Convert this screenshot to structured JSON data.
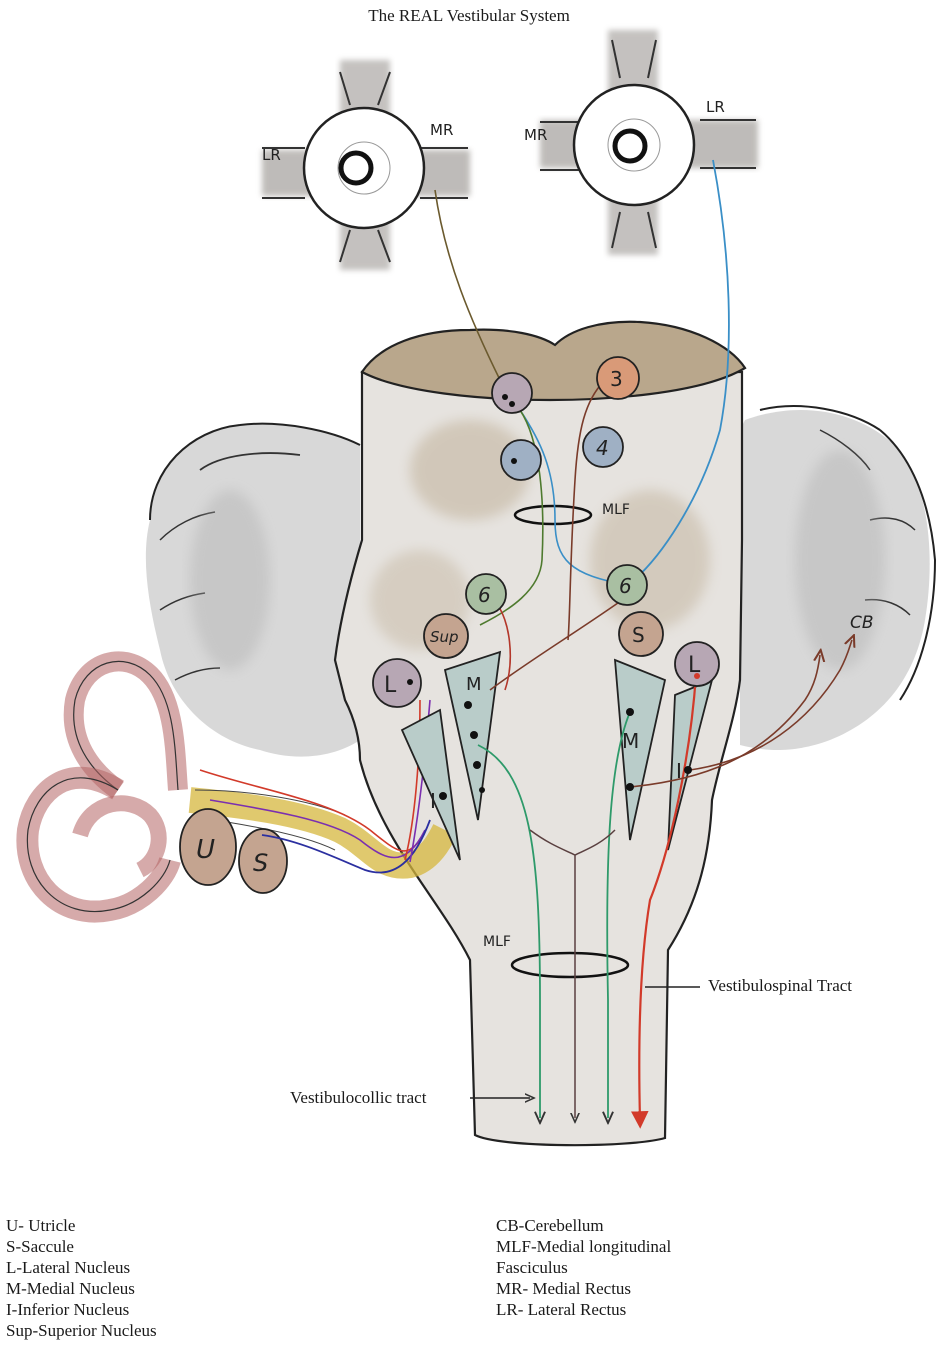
{
  "title": "The REAL Vestibular System",
  "eyes": {
    "left": {
      "label_lr": "LR",
      "label_mr": "MR"
    },
    "right": {
      "label_mr": "MR",
      "label_lr": "LR"
    }
  },
  "nuclei": {
    "n3_left": "",
    "n3_right": "3",
    "n4_left": "",
    "n4_right": "4",
    "n6_left": "6",
    "n6_right": "6",
    "sup_left": "Sup",
    "s_right": "S",
    "l_left": "L",
    "l_right": "L",
    "m_left": "M",
    "m_right": "M",
    "i_left": "I",
    "i_right": "I"
  },
  "ear": {
    "utricle": "U",
    "saccule": "S"
  },
  "labels": {
    "mlf_top": "MLF",
    "mlf_bottom": "MLF",
    "cb": "CB"
  },
  "callouts": {
    "vestibulospinal": "Vestibulospinal Tract",
    "vestibulocollic": "Vestibulocollic tract"
  },
  "legend": {
    "left": [
      "U- Utricle",
      "S-Saccule",
      "L-Lateral Nucleus",
      "M-Medial Nucleus",
      "I-Inferior Nucleus",
      "Sup-Superior Nucleus"
    ],
    "right": [
      "CB-Cerebellum",
      "MLF-Medial longitudinal",
      "Fasciculus",
      "MR- Medial Rectus",
      "LR- Lateral Rectus"
    ]
  },
  "colors": {
    "stem": "#e6e3df",
    "stem_tan": "#b9a78c",
    "cerebellum": "#d9d9d9",
    "nucleus_purple": "#b7a7b4",
    "nucleus_orange": "#d99a78",
    "nucleus_blue": "#9fb0c4",
    "nucleus_green": "#a9bfa2",
    "nucleus_brown": "#c4a490",
    "column_teal": "#b9ccc9",
    "nerve_yellow": "#d6b73e",
    "canal_red": "#b56565",
    "fiber_red": "#d23a2a",
    "fiber_blue": "#3a8fc7",
    "fiber_green": "#2e9a6a",
    "fiber_brown": "#7a3b2a",
    "fiber_olive": "#6b5a2e"
  }
}
